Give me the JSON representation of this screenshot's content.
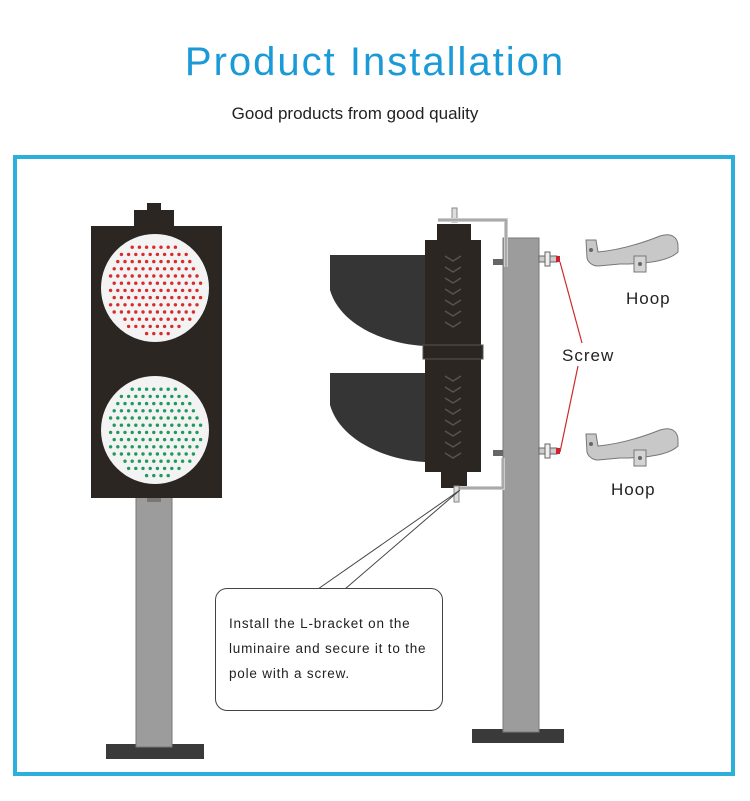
{
  "header": {
    "title": "Product Installation",
    "subtitle": "Good products from good quality"
  },
  "labels": {
    "hoop_top": "Hoop",
    "screw": "Screw",
    "hoop_bottom": "Hoop"
  },
  "note": {
    "text": "Install the L-bracket on the luminaire and secure it to the pole with a screw."
  },
  "colors": {
    "accent": "#1a9ad6",
    "frame": "#2bb0dc",
    "red_led": "#d92b2b",
    "green_led": "#1e9a5a",
    "housing": "#2b2622",
    "pole": "#9c9c9c",
    "screw_line": "#cc2a2a"
  },
  "icons": [
    "traffic-light-front-view",
    "traffic-light-side-view",
    "hoop-clamp-icon",
    "screw-icon"
  ]
}
